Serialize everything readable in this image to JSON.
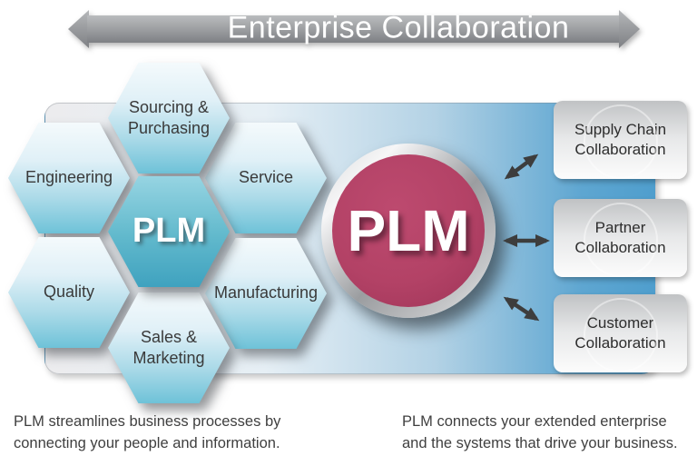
{
  "banner": {
    "title": "Enterprise Collaboration"
  },
  "hexagons": {
    "sourcing": {
      "label": "Sourcing &\nPurchasing"
    },
    "engineering": {
      "label": "Engineering"
    },
    "service": {
      "label": "Service"
    },
    "quality": {
      "label": "Quality"
    },
    "manufacturing": {
      "label": "Manufacturing"
    },
    "sales": {
      "label": "Sales &\nMarketing"
    },
    "center": {
      "label": "PLM"
    }
  },
  "hub": {
    "label": "PLM"
  },
  "collaboration_boxes": [
    {
      "label": "Supply Chain\nCollaboration"
    },
    {
      "label": "Partner\nCollaboration"
    },
    {
      "label": "Customer\nCollaboration"
    }
  ],
  "captions": {
    "left": "PLM streamlines business processes by\nconnecting your people and information.",
    "right": "PLM connects your extended enterprise\nand the systems that drive your business."
  },
  "colors": {
    "banner_gray_top": "#babcbe",
    "banner_gray_bottom": "#7e8084",
    "panel_blue_right": "#4f9ecd",
    "hex_teal_bottom": "#6ec2d8",
    "hex_center_teal": "#3fa2bf",
    "hub_magenta": "#b34266",
    "ring_silver": "#c5c6c8",
    "arrow_dark": "#3d3d3d",
    "text_dark": "#3a3a3a"
  }
}
